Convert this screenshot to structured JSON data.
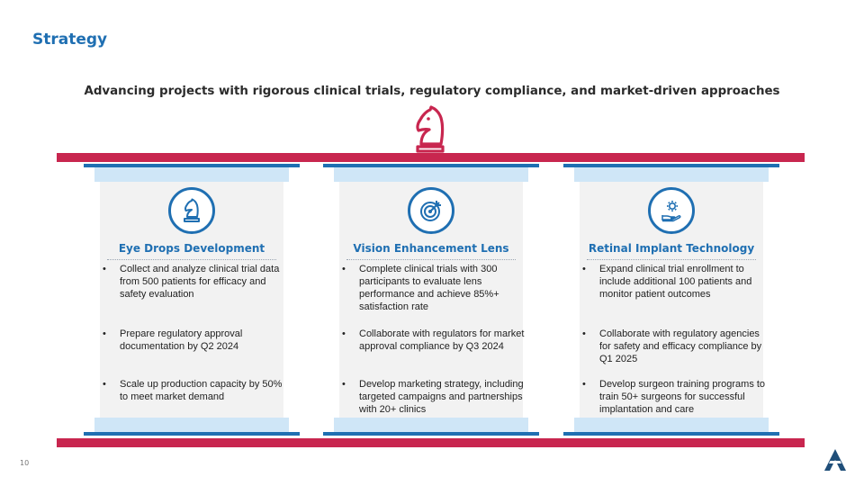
{
  "slide": {
    "title": "Strategy",
    "subtitle": "Advancing projects with rigorous clinical trials, regulatory compliance, and market-driven approaches",
    "page_number": "10"
  },
  "colors": {
    "accent_blue": "#1f6fb2",
    "beam_red": "#c8264f",
    "cap_light_blue": "#cfe6f7",
    "shaft_gray": "#f2f2f2"
  },
  "icons": {
    "header": "knight-chess-icon",
    "logo": "company-logo-icon"
  },
  "pillars": [
    {
      "title": "Eye Drops Development",
      "icon": "knight-chess-icon",
      "bullets": [
        "Collect and analyze clinical trial data from 500 patients for efficacy and safety evaluation",
        "Prepare regulatory approval documentation by Q2 2024",
        "Scale up production capacity by 50% to meet market demand"
      ]
    },
    {
      "title": "Vision Enhancement Lens",
      "icon": "target-icon",
      "bullets": [
        "Complete clinical trials with 300 participants to evaluate lens performance and achieve 85%+ satisfaction rate",
        "Collaborate with regulators for market approval compliance by Q3 2024",
        "Develop marketing strategy, including targeted campaigns and partnerships with 20+ clinics"
      ]
    },
    {
      "title": "Retinal Implant Technology",
      "icon": "gear-hand-icon",
      "bullets": [
        "Expand clinical trial enrollment to include additional 100 patients and monitor patient outcomes",
        "Collaborate with regulatory agencies for safety and efficacy compliance by Q1 2025",
        "Develop surgeon training programs to train 50+ surgeons for successful implantation and care"
      ]
    }
  ]
}
